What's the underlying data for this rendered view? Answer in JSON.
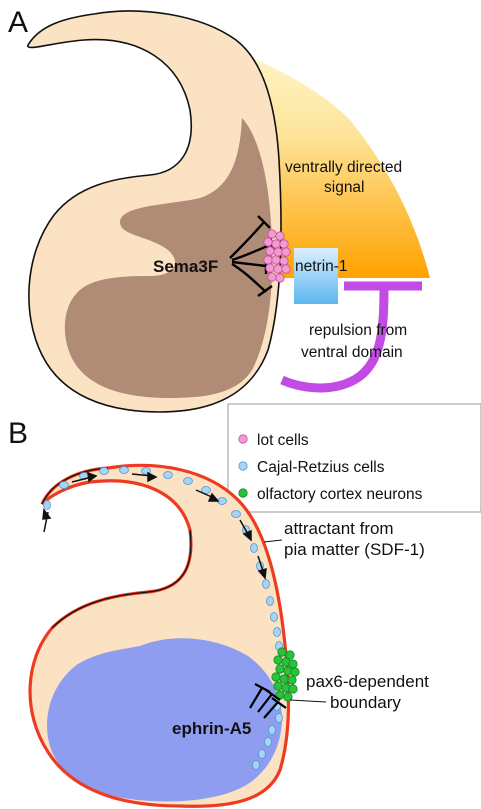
{
  "panel_a": {
    "letter": "A",
    "label_signal_line1": "ventrally directed",
    "label_signal_line2": "signal",
    "label_sema": "Sema3F",
    "label_netrin": "netrin-1",
    "label_repulsion_line1": "repulsion from",
    "label_repulsion_line2": "ventral domain"
  },
  "panel_b": {
    "letter": "B",
    "legend": [
      {
        "label": "lot cells",
        "color": "#f39ad4",
        "icon": "pink-circle-icon"
      },
      {
        "label": "Cajal-Retzius cells",
        "color": "#a9d3f3",
        "icon": "blue-circle-icon"
      },
      {
        "label": "olfactory cortex neurons",
        "color": "#25c43a",
        "icon": "green-circle-icon"
      }
    ],
    "label_attractant_line1": "attractant from",
    "label_attractant_line2": "pia matter (SDF-1)",
    "label_pax6_line1": "pax6-dependent",
    "label_pax6_line2": "boundary",
    "label_ephrin": "ephrin-A5"
  },
  "colors": {
    "tissue": "#fae2c2",
    "dark_region": "#b08c76",
    "signal_top": "#fff7c8",
    "signal_bottom": "#ffa200",
    "netrin_top": "#d8ecfb",
    "netrin_bottom": "#5fb9ef",
    "repulsion": "#c24be6",
    "pia": "#ee3a20",
    "ephrin_region": "#8f9df1"
  }
}
